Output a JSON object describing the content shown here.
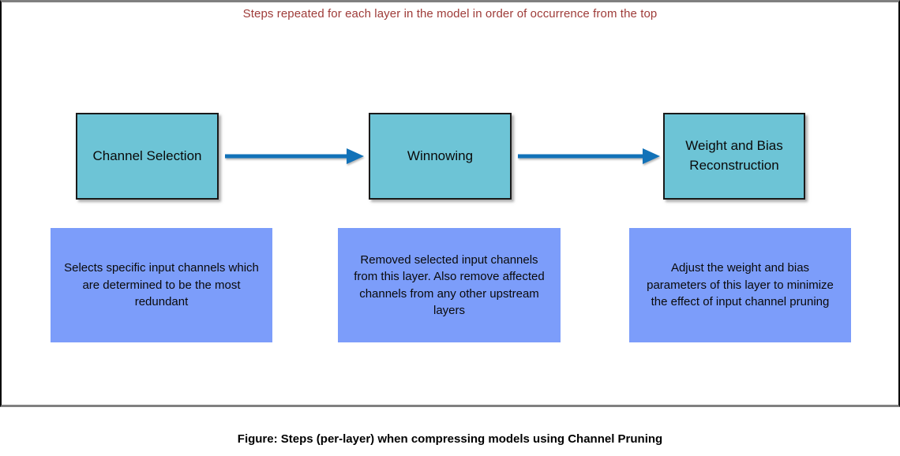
{
  "diagram": {
    "title": "Steps repeated for each layer in the model in order of occurrence from the top",
    "steps": [
      {
        "label": "Channel Selection",
        "description": "Selects specific input channels which are determined to be the most redundant"
      },
      {
        "label": "Winnowing",
        "description": "Removed selected input channels from this layer. Also remove affected channels from any other upstream layers"
      },
      {
        "label": "Weight and Bias Reconstruction",
        "description": "Adjust the weight and bias parameters of this layer to minimize the effect of input channel pruning"
      }
    ],
    "caption": "Figure: Steps (per-layer) when compressing models using Channel Pruning",
    "colors": {
      "step_box_fill": "#6DC4D6",
      "step_box_border": "#1a1a1a",
      "description_box_fill": "#7C9DFA",
      "arrow": "#1272B8",
      "title_text": "#9E3B38",
      "frame_border_top_bottom": "#808080",
      "frame_border_left_right": "#000000"
    }
  }
}
